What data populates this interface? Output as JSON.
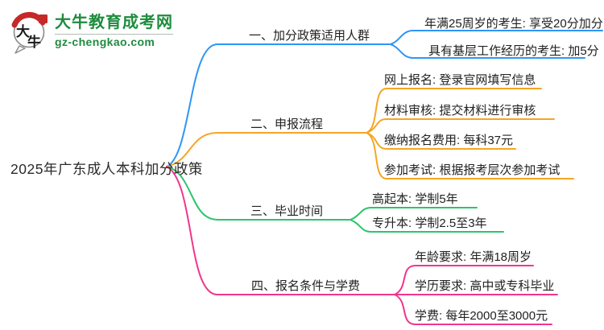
{
  "logo": {
    "mark_top": "大",
    "mark_bottom": "牛",
    "site_name": "大牛教育成考网",
    "site_url": "gz-chengkao.com",
    "brand_green": "#1e8c3e",
    "seal_red": "#c62828"
  },
  "root": {
    "label": "2025年广东成人本科加分政策"
  },
  "branches": [
    {
      "label": "一、加分政策适用人群",
      "color": "#2e96f5",
      "leaves": [
        "年满25周岁的考生: 享受20分加分",
        "具有基层工作经历的考生: 加5分"
      ]
    },
    {
      "label": "二、申报流程",
      "color": "#f5a623",
      "leaves": [
        "网上报名: 登录官网填写信息",
        "材料审核: 提交材料进行审核",
        "缴纳报名费用: 每科37元",
        "参加考试: 根据报考层次参加考试"
      ]
    },
    {
      "label": "三、毕业时间",
      "color": "#2bc56d",
      "leaves": [
        "高起本: 学制5年",
        "专升本: 学制2.5至3年"
      ]
    },
    {
      "label": "四、报名条件与学费",
      "color": "#f0368c",
      "leaves": [
        "年龄要求: 年满18周岁",
        "学历要求: 高中或专科毕业",
        "学费: 每年2000至3000元"
      ]
    }
  ]
}
